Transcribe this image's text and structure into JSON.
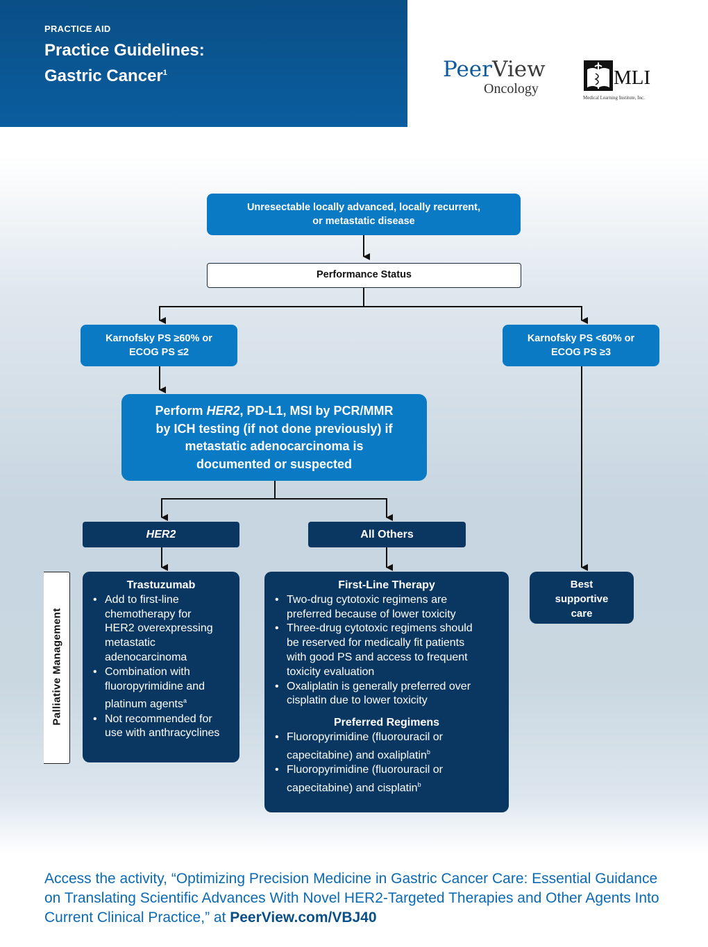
{
  "header": {
    "kicker": "PRACTICE AID",
    "title_line1": "Practice Guidelines:",
    "title_line2": "Gastric Cancer",
    "title_sup": "1"
  },
  "logos": {
    "peerview_peer": "Peer",
    "peerview_view": "View",
    "peerview_sub": "Oncology",
    "mli_name": "MLI",
    "mli_sub": "Medical Learning Institute, Inc."
  },
  "flow": {
    "start_line1": "Unresectable locally advanced, locally recurrent,",
    "start_line2": "or metastatic disease",
    "performance_status": "Performance Status",
    "ps_good_line1": "Karnofsky PS ≥60% or",
    "ps_good_line2": "ECOG PS ≤2",
    "ps_poor_line1": "Karnofsky PS <60% or",
    "ps_poor_line2": "ECOG PS ≥3",
    "testing_pre": "Perform ",
    "testing_her2": "HER2",
    "testing_line1_post": ", PD-L1, MSI by PCR/MMR",
    "testing_line2": "by ICH testing (if not done previously) if",
    "testing_line3": "metastatic adenocarcinoma is",
    "testing_line4": "documented or suspected",
    "her2_label": "HER2",
    "all_others_label": "All Others",
    "best_supportive_care": [
      "Best",
      "supportive",
      "care"
    ],
    "palliative_label": "Palliative Management"
  },
  "trastuzumab": {
    "heading": "Trastuzumab",
    "items": [
      [
        "Add to first-line",
        "chemotherapy for",
        "HER2 overexpressing",
        "metastatic",
        "adenocarcinoma"
      ],
      [
        "Combination with",
        "fluoropyrimidine and",
        "platinum agents"
      ],
      [
        "Not recommended for",
        "use with anthracyclines"
      ]
    ],
    "item2_sup": "a"
  },
  "first_line": {
    "heading": "First-Line Therapy",
    "items": [
      [
        "Two-drug cytotoxic regimens are",
        "preferred because of lower toxicity"
      ],
      [
        "Three-drug cytotoxic regimens should",
        "be reserved for medically fit patients",
        "with good PS and access to frequent",
        "toxicity evaluation"
      ],
      [
        "Oxaliplatin is generally preferred over",
        "cisplatin due to lower toxicity"
      ]
    ],
    "preferred_heading": "Preferred Regimens",
    "preferred_items": [
      [
        "Fluoropyrimidine (fluorouracil or",
        "capecitabine) and oxaliplatin"
      ],
      [
        "Fluoropyrimidine (fluorouracil or",
        "capecitabine) and cisplatin"
      ]
    ],
    "preferred_sup": "b"
  },
  "footer": {
    "text_before_link": "Access the activity, “Optimizing Precision Medicine in Gastric Cancer Care: Essential Guidance on Translating Scientific Advances With Novel HER2-Targeted Therapies and Other Agents Into Current Clinical Practice,” at ",
    "link": "PeerView.com/VBJ40"
  },
  "colors": {
    "header_blue": "#0a5d9f",
    "box_blue": "#0a7ac4",
    "box_navy": "#0a3762",
    "footer_text": "#0a6ab4"
  }
}
